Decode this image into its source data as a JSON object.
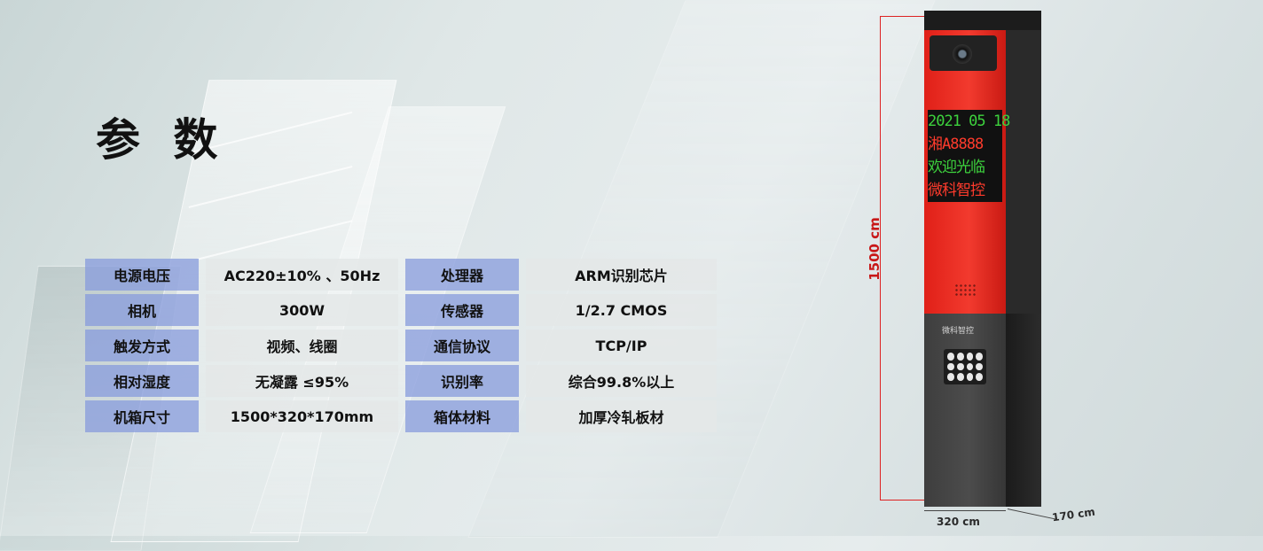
{
  "title": "参 数",
  "specs": [
    {
      "label1": "电源电压",
      "value1": "AC220±10% 、50Hz",
      "label2": "处理器",
      "value2": "ARM识别芯片"
    },
    {
      "label1": "相机",
      "value1": "300W",
      "label2": "传感器",
      "value2": "1/2.7 CMOS"
    },
    {
      "label1": "触发方式",
      "value1": "视频、线圈",
      "label2": "通信协议",
      "value2": "TCP/IP"
    },
    {
      "label1": "相对湿度",
      "value1": "无凝露 ≤95%",
      "label2": "识别率",
      "value2": "综合99.8%以上"
    },
    {
      "label1": "机箱尺寸",
      "value1": "1500*320*170mm",
      "label2": "箱体材料",
      "value2": "加厚冷轧板材"
    }
  ],
  "device": {
    "led_lines": [
      "2021 05 18",
      "湘A8888",
      "欢迎光临",
      "微科智控"
    ],
    "logo": "微科智控",
    "height_label": "1500 cm",
    "width_label": "320 cm",
    "depth_label": "170 cm"
  },
  "colors": {
    "label_bg": "#879bdc",
    "value_bg": "#e4e8e8",
    "device_red": "#f23a2e",
    "dimension_red": "#c81818",
    "led_green": "#3dd23d",
    "led_red": "#ff3b2c"
  }
}
